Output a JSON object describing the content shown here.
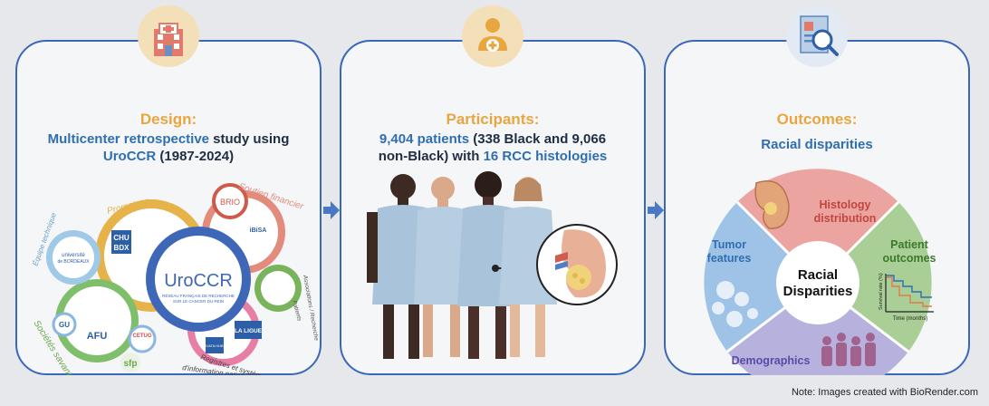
{
  "design": {
    "title": "Design:",
    "line1_bold": "Multicenter retrospective",
    "line1_rest": " study using",
    "line2_bold": "UroCCR",
    "line2_rest": " (1987-2024)",
    "gear_labels": {
      "center": "UroCCR",
      "center_sub1": "RÉSEAU FRANÇAIS DE RECHERCHE",
      "center_sub2": "SUR LE CANCER DU REIN",
      "chu": "CHU",
      "bdx": "BDX",
      "univ": "université",
      "univ2": "de BORDEAUX",
      "bisa": "iBiSA",
      "ligue": "LA LIGUE",
      "afu": "AFU",
      "sfp": "sfp",
      "data": "DATA HUB",
      "gu": "GU",
      "cetug": "CETUG",
      "brio": "BRIO"
    },
    "curved_labels": {
      "promoteur": "Promoteur",
      "soutien": "Soutien financier",
      "equipe": "Équipe technique",
      "societes": "Sociétés savantes",
      "associations": "Associations / Recherche",
      "patients": "Patients",
      "registres": "Registres et systèmes",
      "information": "d'information nationaux"
    }
  },
  "participants": {
    "title": "Participants:",
    "count": "9,404 patients",
    "paren_open": " (338 ",
    "black": "Black",
    "and": " and 9,066",
    "nonblack": "non-Black",
    "with": ") with ",
    "histologies": "16 RCC histologies"
  },
  "outcomes": {
    "title": "Outcomes:",
    "subtitle": "Racial disparities",
    "center_line1": "Racial",
    "center_line2": "Disparities",
    "seg_histology_1": "Histology",
    "seg_histology_2": "distribution",
    "seg_tumor_1": "Tumor",
    "seg_tumor_2": "features",
    "seg_patient_1": "Patient",
    "seg_patient_2": "outcomes",
    "seg_demographics": "Demographics",
    "km_ylabel": "Survival rate (%)",
    "km_xlabel": "Time (months)"
  },
  "note": "Note: Images created with BioRender.com",
  "colors": {
    "panel_border": "#3a68b8",
    "title_orange": "#e8a640",
    "blue_text": "#2f6fb0",
    "seg_histology": "#eba4a0",
    "seg_patient": "#a9cf97",
    "seg_demographics": "#b7b2dd",
    "seg_tumor": "#9fc3e6",
    "gown": "#a9c3da"
  }
}
